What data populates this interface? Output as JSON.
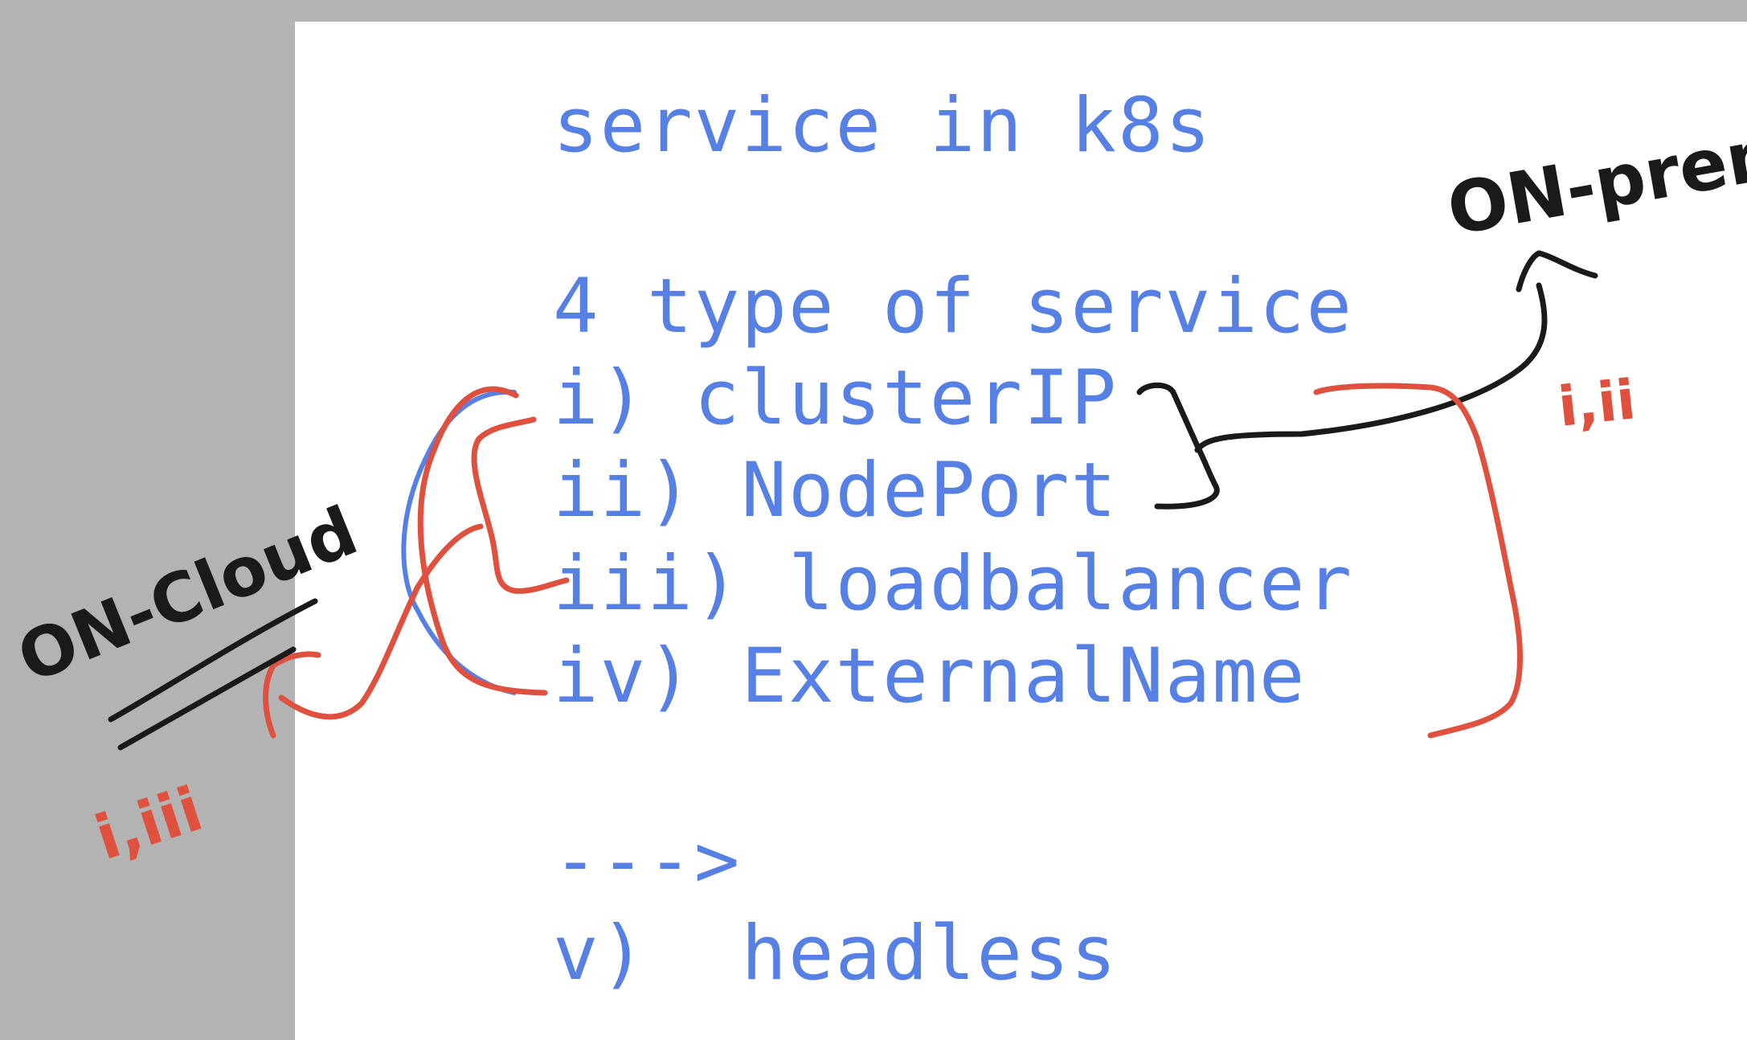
{
  "colors": {
    "typed_text": "#5680e4",
    "ink_black": "#1a1a1a",
    "ink_red": "#e0503f",
    "ink_blue": "#5680e4",
    "sidebar": "#b3b3b3",
    "page": "#ffffff"
  },
  "notes": {
    "title": "service in k8s",
    "subtitle": "4 type of service",
    "types": [
      "i) clusterIP",
      "ii) NodePort",
      "iii) loadbalancer",
      "iv) ExternalName"
    ],
    "arrow": "--->",
    "extra": "v)  headless"
  },
  "annotations": {
    "on_prem": "ON-prem",
    "on_prem_numbers": "i,ii",
    "on_cloud": "ON-Cloud",
    "on_cloud_numbers": "i,iii"
  }
}
